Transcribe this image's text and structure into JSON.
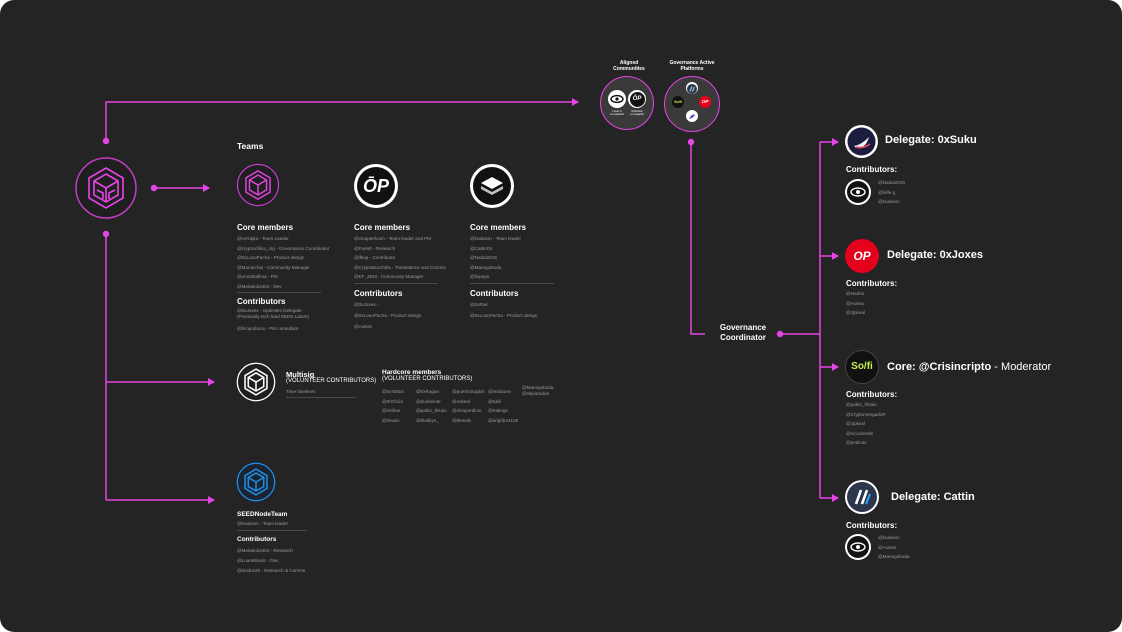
{
  "communities": {
    "title_line1": "Aligned",
    "title_line2": "Communities",
    "item1_line1": "Layer 2",
    "item1_line2": "en español",
    "item2_line1": "Optimism",
    "item2_line2": "en español"
  },
  "platforms": {
    "title_line1": "Governance Active",
    "title_line2": "Platforms",
    "sofi": "So/fi",
    "op": "OP"
  },
  "teams": {
    "title": "Teams",
    "team1": {
      "core_heading": "Core members",
      "core": [
        "@cerrajita - Team Leader",
        "@cryptoxfilica_org - Governance Coordinator",
        "@0xLoooPacha - Product design",
        "@Monarchai - Community Manager",
        "@unoteltafima - PM",
        "@MelatedunIlot - Dev"
      ],
      "contrib_heading": "Contributors",
      "contrib": [
        "@0xJoxes - Optimism Delegate",
        "(Previously tech lead SEED Latam)",
        "@ficopoducto - PM consultant"
      ]
    },
    "team2": {
      "logo": "ŌP",
      "core_heading": "Core members",
      "core": [
        "@cinapterlonin - Team leader and PM",
        "@Fuentl - Research",
        "@ifkop - Contributor",
        "@CryptoBocchibs - Translations and Comms",
        "@EF_ZEM - Community Manager"
      ],
      "contrib_heading": "Contributors",
      "contrib": [
        "@0xJoxes -",
        "@0xLoooPacha - Product design",
        "@Axisss"
      ]
    },
    "team3": {
      "core_heading": "Core members",
      "core": [
        "@koalaion - Team leader",
        "@CattinOx",
        "@Nadal2016",
        "@Manogobuda",
        "@fixpeps"
      ],
      "contrib_heading": "Contributors",
      "contrib": [
        "@0xRas",
        "@0xLoooPacha - Product design"
      ]
    }
  },
  "multisig": {
    "title": "Multisig",
    "subtitle": "(VOLUNTEER CONTRIBUTORS)",
    "note": "Time timelines",
    "hardcore_title": "Hardcore members",
    "hardcore_subtitle": "(VOLUNTEER CONTRIBUTORS)",
    "columns": [
      [
        "@0xTattoo",
        "@0rGhcia",
        "@imblue",
        "@imusic"
      ],
      [
        "@0xRagan",
        "@dunkeiner",
        "@pablo_frisaio",
        "@bladkys_"
      ],
      [
        "@puertontaglos",
        "@Jokeal",
        "@nicopordicto",
        "@bleeals"
      ],
      [
        "@imblause",
        "@tukli",
        "@tratings",
        "@arlgfdm4125"
      ],
      [
        "@Manogobuda",
        "@skiparados"
      ]
    ]
  },
  "seed": {
    "title": "SEEDNodeTeam",
    "leader": "@koalaion - Team leader",
    "contrib_heading": "Contributors",
    "contrib": [
      "@MelatedunIlot - Research",
      "@LuansMusic - Dev",
      "@imidos25 - Research & Comms"
    ]
  },
  "coordinator": {
    "line1": "Governance",
    "line2": "Coordinator"
  },
  "delegates": [
    {
      "title": "Delegate: 0xSuku",
      "contrib_heading": "Contributors:",
      "contrib": [
        "@Nadal2016",
        "@felfe.g",
        "@koalaion"
      ]
    },
    {
      "title": "Delegate: 0xJoxes",
      "logo": "OP",
      "contrib_heading": "Contributors:",
      "contrib": [
        "@Nadrin",
        "@Axisss",
        "@Jjokeal"
      ]
    },
    {
      "title_bold": "Core: @Crisincripto",
      "title_rest": " - Moderator",
      "logo": "So/fi",
      "contrib_heading": "Contributors:",
      "contrib": [
        "@pablo_frisaio",
        "@CryptoVengadoR",
        "@Jjokeal",
        "@nicodosrde",
        "@pedicax"
      ]
    },
    {
      "title": "Delegate: Cattin",
      "contrib_heading": "Contributors:",
      "contrib": [
        "@koalaion",
        "@Axisss",
        "@Manogobuda"
      ]
    }
  ],
  "colors": {
    "background": "#242424",
    "accent": "#e645e6",
    "text": "#ffffff",
    "muted": "#9a9a9a",
    "op_red": "#e5001c",
    "seed_blue": "#1f8de3",
    "sofi_green": "#c6f14b"
  },
  "icons": [
    "hex-cube-logo",
    "op-logo",
    "stack-logo",
    "arbitrum-logo",
    "sofi-logo",
    "paraswap-logo"
  ]
}
